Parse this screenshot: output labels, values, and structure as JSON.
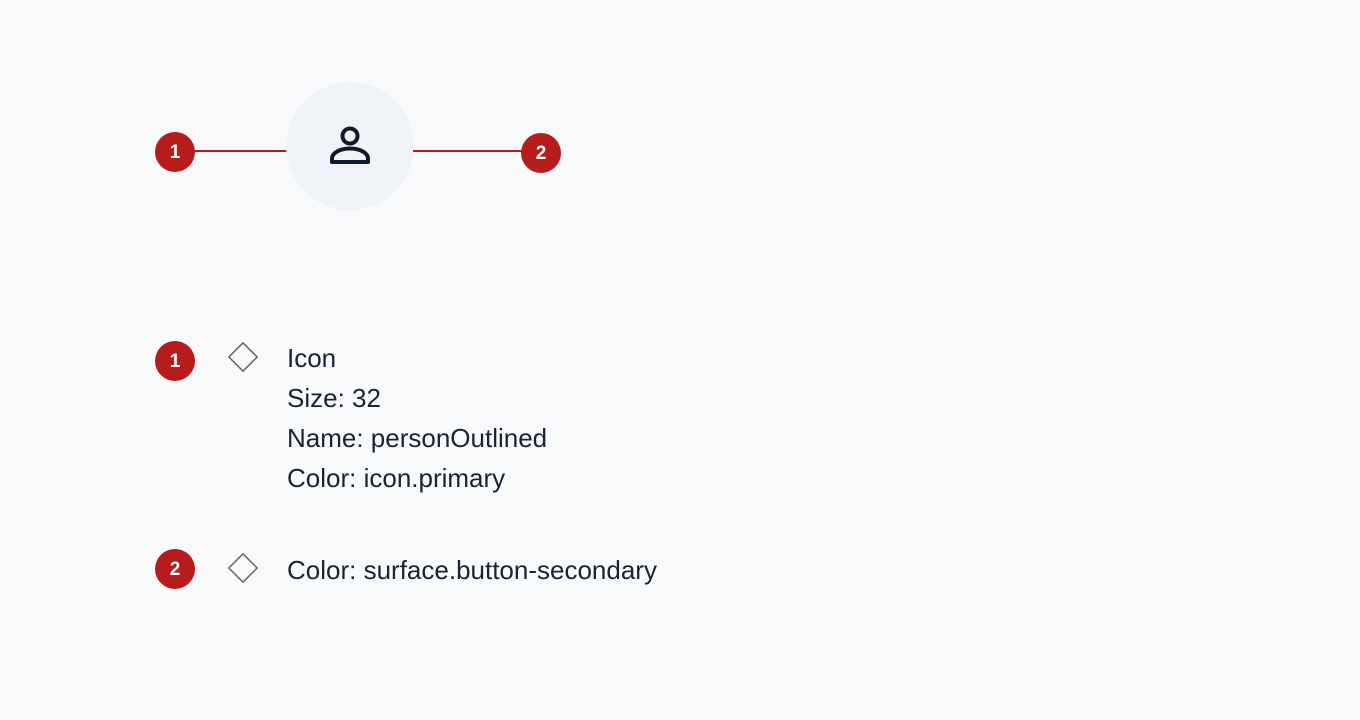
{
  "colors": {
    "badge": "#b71c1c",
    "icon_primary": "#111a2c",
    "button_surface": "#eff2f6",
    "background": "#f8f9fb",
    "diamond_outline": "#6b6b6b"
  },
  "preview": {
    "icon_name": "person-outlined-icon",
    "badges": [
      "1",
      "2"
    ]
  },
  "legend": [
    {
      "badge": "1",
      "lines": [
        "Icon",
        "Size: 32",
        "Name: personOutlined",
        "Color: icon.primary"
      ]
    },
    {
      "badge": "2",
      "lines": [
        "Color: surface.button-secondary"
      ]
    }
  ]
}
